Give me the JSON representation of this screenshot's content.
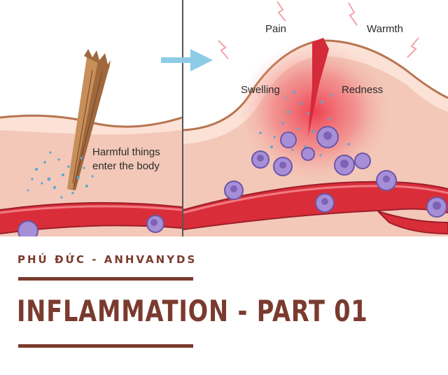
{
  "diagram": {
    "left_label_line1": "Harmful things",
    "left_label_line2": "enter the body",
    "pain": "Pain",
    "warmth": "Warmth",
    "swelling": "Swelling",
    "redness": "Redness"
  },
  "footer": {
    "author": "PHÚ ĐỨC - ANHVANYDS",
    "headline": "INFLAMMATION - PART 01"
  },
  "colors": {
    "brand": "#7a3b2e",
    "arrow": "#8dcbe6",
    "skin": "#f3c6b6",
    "vessel": "#d92e3a",
    "cell": "#a68fd6"
  }
}
